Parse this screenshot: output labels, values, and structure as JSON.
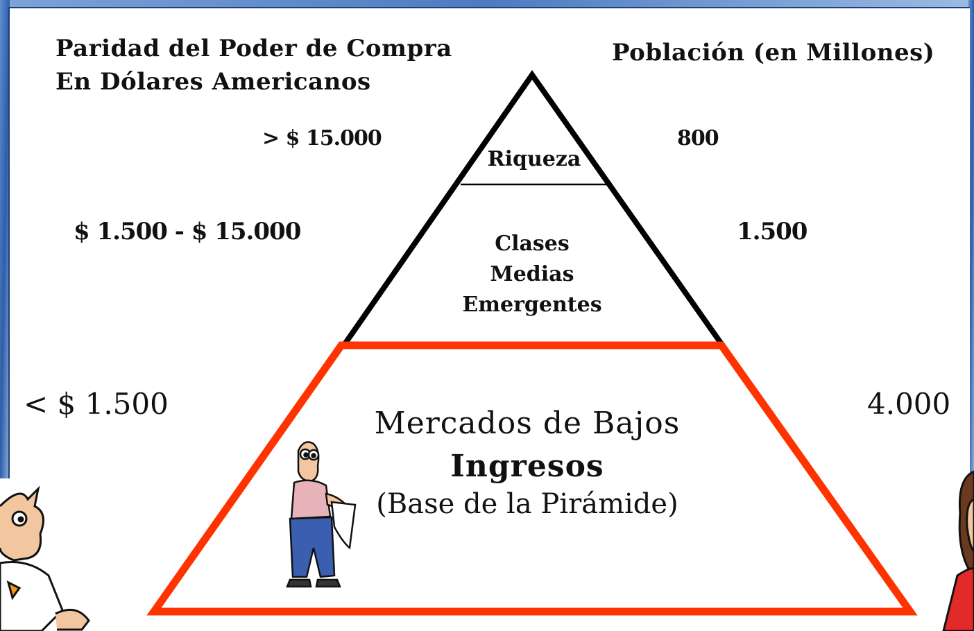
{
  "header": {
    "left_line1": "Paridad del Poder de Compra",
    "left_line2": "En Dólares Americanos",
    "right": "Población (en Millones)"
  },
  "tiers": [
    {
      "label": "Riqueza",
      "income": "> $ 15.000",
      "population": "800"
    },
    {
      "label_lines": [
        "Clases",
        "Medias",
        "Emergentes"
      ],
      "income": "$ 1.500 - $ 15.000",
      "population": "1.500"
    },
    {
      "label_lines": [
        "Mercados de Bajos",
        "Ingresos",
        "(Base de la Pirámide)"
      ],
      "income": "< $ 1.500",
      "population": "4.000"
    }
  ],
  "colors": {
    "background_left": "#3a6fb8",
    "background_top": "#5a86c4",
    "pyramid_outline": "#000000",
    "base_outline": "#ff3300"
  },
  "illustrations": [
    "cartoon-man-left-icon",
    "cartoon-man-center-icon",
    "cartoon-woman-right-icon"
  ]
}
